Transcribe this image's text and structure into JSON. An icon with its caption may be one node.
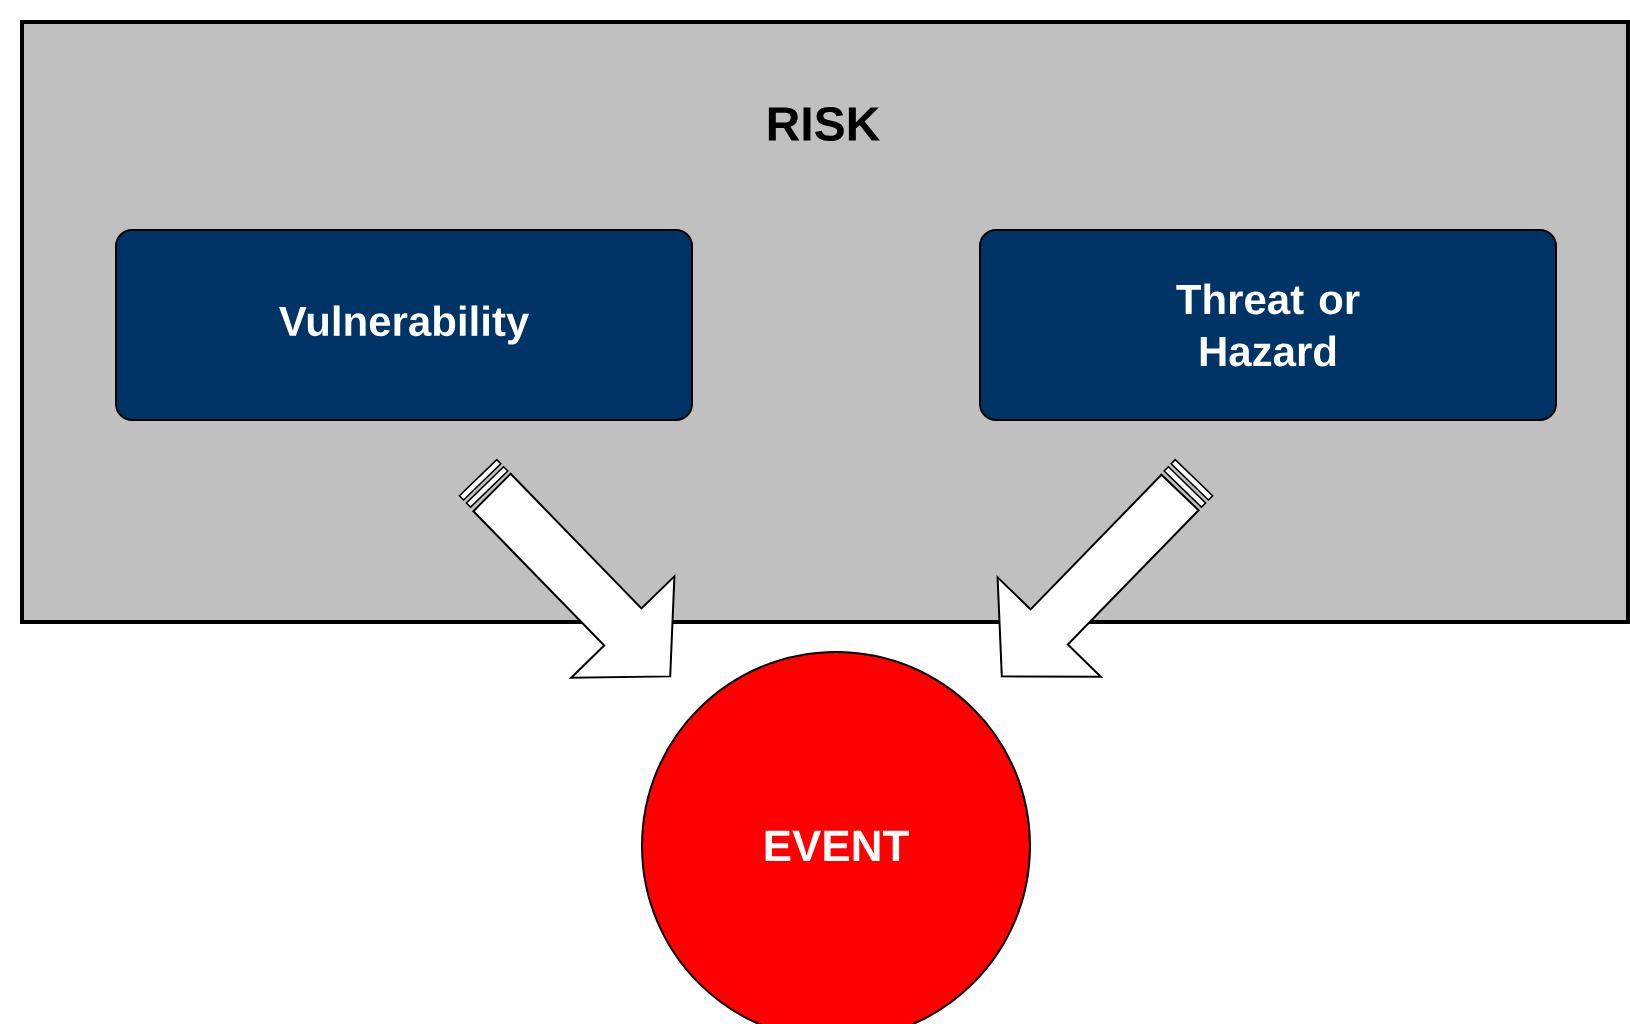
{
  "diagram": {
    "nodes": [
      {
        "text": [
          "RISK"
        ]
      },
      {
        "text": [
          "Vulnerability"
        ],
        "in": 0
      },
      {
        "text": [
          "Threat or Hazard"
        ],
        "in": 0
      },
      {
        "text": [
          "EVENT"
        ]
      }
    ],
    "edges": [
      {
        "from": 1,
        "to": 3,
        "arrow": "to"
      },
      {
        "from": 2,
        "to": 3,
        "arrow": "to"
      }
    ]
  }
}
